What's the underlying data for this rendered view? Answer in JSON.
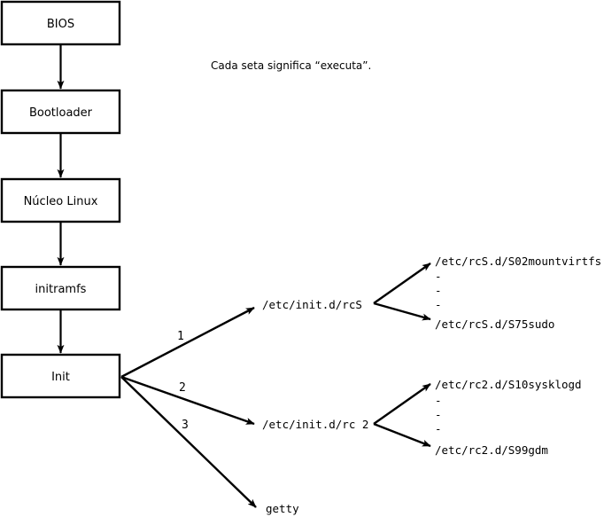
{
  "diagram": {
    "title_note": "Cada seta significa “executa”.",
    "boot_chain": [
      {
        "id": "bios",
        "label": "BIOS"
      },
      {
        "id": "bootloader",
        "label": "Bootloader"
      },
      {
        "id": "kernel",
        "label": "Núcleo Linux"
      },
      {
        "id": "initramfs",
        "label": "initramfs"
      },
      {
        "id": "init",
        "label": "Init"
      }
    ],
    "branches": [
      {
        "number": "1",
        "target": "/etc/init.d/rcS"
      },
      {
        "number": "2",
        "target": "/etc/init.d/rc 2"
      },
      {
        "number": "3",
        "target": "getty"
      }
    ],
    "rcs_scripts": {
      "first": "/etc/rcS.d/S02mountvirtfs",
      "ellipsis": [
        "-",
        "-",
        "-"
      ],
      "last": "/etc/rcS.d/S75sudo"
    },
    "rc2_scripts": {
      "first": "/etc/rc2.d/S10sysklogd",
      "ellipsis": [
        "-",
        "-",
        "-"
      ],
      "last": "/etc/rc2.d/S99gdm"
    },
    "colors": {
      "stroke": "#000000",
      "fill": "#ffffff",
      "text": "#000000"
    }
  }
}
